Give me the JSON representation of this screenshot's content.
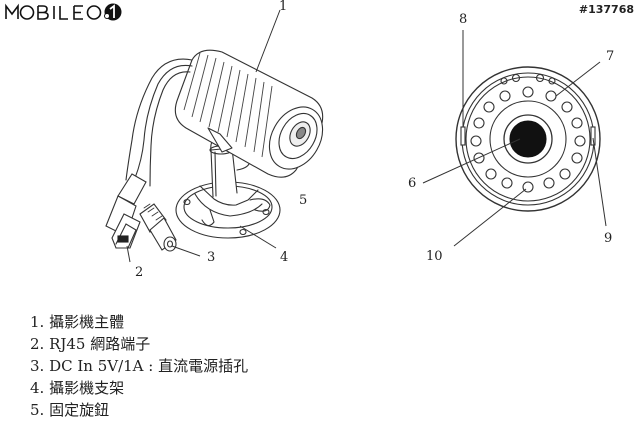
{
  "watermark": {
    "logo_text": "MOBILE01",
    "image_id": "#137768"
  },
  "diagram": {
    "left_callouts": [
      {
        "id": "c1",
        "label": "1"
      },
      {
        "id": "c2",
        "label": "2"
      },
      {
        "id": "c3",
        "label": "3"
      },
      {
        "id": "c4",
        "label": "4"
      },
      {
        "id": "c5",
        "label": "5"
      }
    ],
    "right_callouts": [
      {
        "id": "c6",
        "label": "6"
      },
      {
        "id": "c7",
        "label": "7"
      },
      {
        "id": "c8",
        "label": "8"
      },
      {
        "id": "c9",
        "label": "9"
      },
      {
        "id": "c10",
        "label": "10"
      }
    ]
  },
  "legend": [
    "1. 攝影機主體",
    "2. RJ45 網路端子",
    "3. DC In 5V/1A : 直流電源插孔",
    "4. 攝影機支架",
    "5. 固定旋鈕"
  ]
}
